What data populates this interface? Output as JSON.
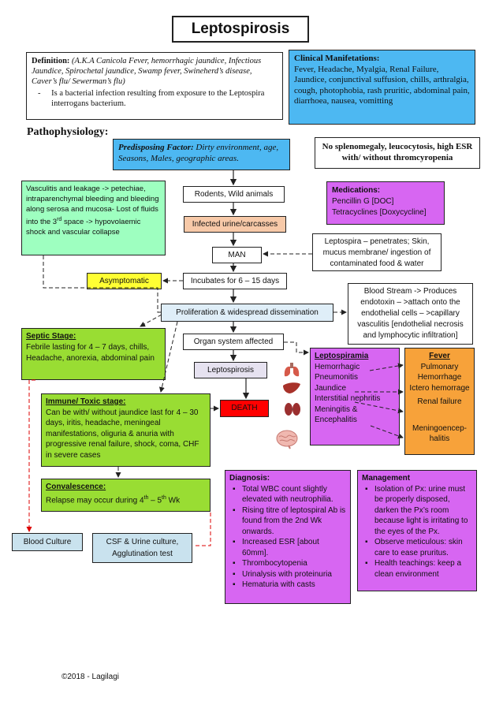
{
  "title": "Leptospirosis",
  "definition": {
    "label": "Definition:",
    "aka": "(A.K.A Canicola Fever, hemorrhagic jaundice, Infectious Jaundice, Spirochetal jaundice, Swamp fever, Swineherd’s disease, Caver’s flu/ Sewerman’s flu)",
    "bullet_marker": "-",
    "bullet": "Is a bacterial infection resulting from exposure to the Leptospira interrogans bacterium."
  },
  "clinical": {
    "label": "Clinical Manifetations:",
    "text": "Fever, Headache, Myalgia, Renal Failure, Jaundice, conjunctival suffusion, chills, arthralgia, cough, photophobia, rash pruritic, abdominal pain, diarrhoea, nausea, vomitting"
  },
  "patho_label": "Pathophysiology:",
  "predisposing": {
    "label": "Predisposing Factor:",
    "text": " Dirty environment, age, Seasons, Males, geographic areas."
  },
  "no_spleno": "No splenomegaly, leucocytosis, high ESR with/ without thromcyropenia",
  "vasculitis": {
    "line1": "Vasculitis and leakage -> petechiae, intraparenchymal bleeding and bleeding along serosa and mucosa- Lost of fluids into the 3",
    "sup": "rd",
    "line2": " space -> hypovolaemic shock and vascular collapse"
  },
  "rodents": "Rodents, Wild animals",
  "medications": {
    "label": "Medications:",
    "items": [
      "Pencillin G [DOC]",
      "Tetracyclines [Doxycycline]"
    ]
  },
  "infected": "Infected urine/carcasses",
  "penetrates": "Leptospira – penetrates; Skin, mucus membrane/ ingestion of contaminated food & water",
  "man": "MAN",
  "asymptomatic": "Asymptomatic",
  "incubates": "Incubates for 6 – 15 days",
  "bloodstream": "Blood Stream -> Produces endotoxin – >attach onto the endothelial cells – >capillary vasculitis [endothelial necrosis and lymphocytic infiltration]",
  "proliferation": "Proliferation & widespread dissemination",
  "septic": {
    "label": "Septic Stage:",
    "text": "Febrile lasting for 4 – 7 days, chills, Headache, anorexia, abdominal pain"
  },
  "organ_system": "Organ system affected",
  "leptospiramia": {
    "label": "Leptospiramia",
    "items": [
      "Hemorrhagic Pneumonitis",
      "Jaundice",
      "Interstitial nephritis",
      "Meningitis & Encephalitis"
    ]
  },
  "fever": {
    "label": "Fever",
    "items": [
      "Pulmonary Hemorrhage",
      "Ictero hemorrage",
      "Renal failure",
      "Meningoencep-halitis"
    ]
  },
  "leptospirosis_box": "Leptospirosis",
  "immune": {
    "label": "Immune/ Toxic stage:",
    "text": "Can be with/ without jaundice last for 4 – 30 days, iritis, headache, meningeal manifestations, oliguria & anuria with progressive renal failure, shock, coma, CHF in severe cases"
  },
  "death": "DEATH",
  "convalescence": {
    "label": "Convalescence:",
    "text_a": "Relapse may occur during 4",
    "sup_a": "th",
    "text_b": " – 5",
    "sup_b": "th",
    "text_c": " Wk"
  },
  "diagnosis": {
    "label": "Diagnosis:",
    "items": [
      "Total WBC count slightly elevated with neutrophilia.",
      "Rising titre of leptospiral Ab is found from the 2nd Wk onwards.",
      "Increased ESR [about 60mm].",
      "Thrombocytopenia",
      "Urinalysis with proteinuria",
      "Hematuria with casts"
    ]
  },
  "management": {
    "label": "Management",
    "items": [
      "Isolation of Px: urine must be properly disposed, darken the Px’s room because light is irritating to the eyes of the Px.",
      "Observe meticulous: skin care to ease pruritus.",
      "Health teachings: keep a clean environment"
    ]
  },
  "blood_culture": "Blood Culture",
  "csf": "CSF & Urine culture, Agglutination test",
  "copyright": "©2018 - Lagilagi",
  "colors": {
    "blue": "#4db8f2",
    "green": "#9effc0",
    "lime": "#99dd33",
    "magenta": "#d766f2",
    "peach": "#f7c9a8",
    "yellow": "#ffff33",
    "lightblue": "#dfeef8",
    "lavender": "#e6e2f0",
    "red": "#ff0000",
    "orange": "#f7a23a",
    "pale": "#c9e2ee"
  }
}
